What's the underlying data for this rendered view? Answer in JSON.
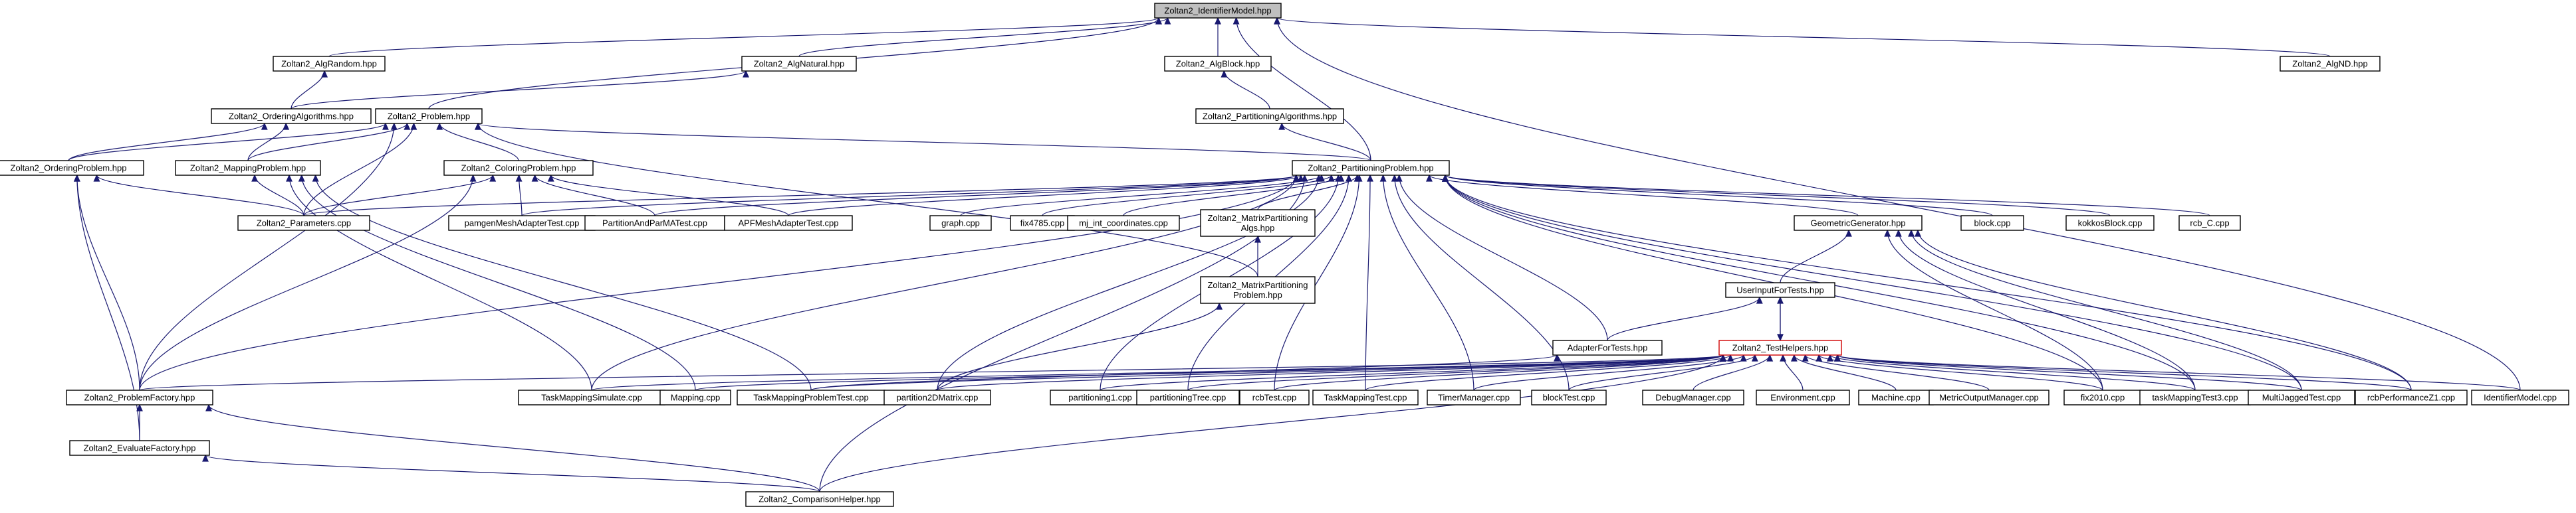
{
  "colors": {
    "edge": "#191970",
    "root_fill": "#bfbfbf",
    "node_border": "#000000",
    "highlight_border": "#d00000",
    "background": "#ffffff"
  },
  "nodes": {
    "root": "Zoltan2_IdentifierModel.hpp",
    "algrandom": "Zoltan2_AlgRandom.hpp",
    "algnatural": "Zoltan2_AlgNatural.hpp",
    "algblock": "Zoltan2_AlgBlock.hpp",
    "algnd": "Zoltan2_AlgND.hpp",
    "orderingalg": "Zoltan2_OrderingAlgorithms.hpp",
    "problem": "Zoltan2_Problem.hpp",
    "partalg": "Zoltan2_PartitioningAlgorithms.hpp",
    "orderingprob": "Zoltan2_OrderingProblem.hpp",
    "mappingprob": "Zoltan2_MappingProblem.hpp",
    "coloringprob": "Zoltan2_ColoringProblem.hpp",
    "partprob": "Zoltan2_PartitioningProblem.hpp",
    "parameters": "Zoltan2_Parameters.cpp",
    "pamgen": "pamgenMeshAdapterTest.cpp",
    "partandparma": "PartitionAndParMATest.cpp",
    "apfmesh": "APFMeshAdapterTest.cpp",
    "graph": "graph.cpp",
    "fix4785": "fix4785.cpp",
    "mjint": "mj_int_coordinates.cpp",
    "matrixalgs": "Zoltan2_MatrixPartitioning\nAlgs.hpp",
    "geomgen": "GeometricGenerator.hpp",
    "block": "block.cpp",
    "kokkos": "kokkosBlock.cpp",
    "rcbc": "rcb_C.cpp",
    "matrixprob": "Zoltan2_MatrixPartitioning\nProblem.hpp",
    "userinput": "UserInputForTests.hpp",
    "adapterfortests": "AdapterForTests.hpp",
    "testhelpers": "Zoltan2_TestHelpers.hpp",
    "problemfactory": "Zoltan2_ProblemFactory.hpp",
    "tmsimulate": "TaskMappingSimulate.cpp",
    "mapping": "Mapping.cpp",
    "tmproblemtest": "TaskMappingProblemTest.cpp",
    "part2d": "partition2DMatrix.cpp",
    "partitioning1": "partitioning1.cpp",
    "partitioningtree": "partitioningTree.cpp",
    "rcbtest": "rcbTest.cpp",
    "tmtest": "TaskMappingTest.cpp",
    "timermanager": "TimerManager.cpp",
    "blocktest": "blockTest.cpp",
    "debugmanager": "DebugManager.cpp",
    "environment": "Environment.cpp",
    "machine": "Machine.cpp",
    "metricoutput": "MetricOutputManager.cpp",
    "fix2010": "fix2010.cpp",
    "tmtest3": "taskMappingTest3.cpp",
    "mjtest": "MultiJaggedTest.cpp",
    "rcbperf": "rcbPerformanceZ1.cpp",
    "identmodelcpp": "IdentifierModel.cpp",
    "evalfactory": "Zoltan2_EvaluateFactory.hpp",
    "comparison": "Zoltan2_ComparisonHelper.hpp"
  },
  "edges": [
    [
      "algrandom",
      "root"
    ],
    [
      "algnatural",
      "root"
    ],
    [
      "algblock",
      "root"
    ],
    [
      "algnd",
      "root"
    ],
    [
      "problem",
      "root"
    ],
    [
      "partprob",
      "root"
    ],
    [
      "identmodelcpp",
      "root"
    ],
    [
      "orderingalg",
      "algrandom"
    ],
    [
      "orderingalg",
      "algnatural"
    ],
    [
      "partalg",
      "algblock"
    ],
    [
      "partprob",
      "partalg"
    ],
    [
      "orderingprob",
      "orderingalg"
    ],
    [
      "mappingprob",
      "orderingalg"
    ],
    [
      "orderingprob",
      "problem"
    ],
    [
      "mappingprob",
      "problem"
    ],
    [
      "coloringprob",
      "problem"
    ],
    [
      "partprob",
      "problem"
    ],
    [
      "parameters",
      "problem"
    ],
    [
      "problemfactory",
      "problem"
    ],
    [
      "matrixprob",
      "problem"
    ],
    [
      "parameters",
      "orderingprob"
    ],
    [
      "problemfactory",
      "orderingprob"
    ],
    [
      "evalfactory",
      "orderingprob"
    ],
    [
      "parameters",
      "mappingprob"
    ],
    [
      "tmsimulate",
      "mappingprob"
    ],
    [
      "mapping",
      "mappingprob"
    ],
    [
      "tmproblemtest",
      "mappingprob"
    ],
    [
      "parameters",
      "coloringprob"
    ],
    [
      "pamgen",
      "coloringprob"
    ],
    [
      "partandparma",
      "coloringprob"
    ],
    [
      "apfmesh",
      "coloringprob"
    ],
    [
      "problemfactory",
      "coloringprob"
    ],
    [
      "parameters",
      "partprob"
    ],
    [
      "pamgen",
      "partprob"
    ],
    [
      "partandparma",
      "partprob"
    ],
    [
      "apfmesh",
      "partprob"
    ],
    [
      "graph",
      "partprob"
    ],
    [
      "fix4785",
      "partprob"
    ],
    [
      "mjint",
      "partprob"
    ],
    [
      "matrixalgs",
      "partprob"
    ],
    [
      "geomgen",
      "partprob"
    ],
    [
      "block",
      "partprob"
    ],
    [
      "kokkos",
      "partprob"
    ],
    [
      "rcbc",
      "partprob"
    ],
    [
      "adapterfortests",
      "partprob"
    ],
    [
      "problemfactory",
      "partprob"
    ],
    [
      "tmsimulate",
      "partprob"
    ],
    [
      "comparison",
      "partprob"
    ],
    [
      "part2d",
      "partprob"
    ],
    [
      "partitioning1",
      "partprob"
    ],
    [
      "partitioningtree",
      "partprob"
    ],
    [
      "rcbtest",
      "partprob"
    ],
    [
      "tmtest",
      "partprob"
    ],
    [
      "timermanager",
      "partprob"
    ],
    [
      "blocktest",
      "partprob"
    ],
    [
      "fix2010",
      "partprob"
    ],
    [
      "tmtest3",
      "partprob"
    ],
    [
      "mjtest",
      "partprob"
    ],
    [
      "rcbperf",
      "partprob"
    ],
    [
      "matrixprob",
      "matrixalgs"
    ],
    [
      "part2d",
      "matrixprob"
    ],
    [
      "userinput",
      "geomgen"
    ],
    [
      "fix2010",
      "geomgen"
    ],
    [
      "tmtest3",
      "geomgen"
    ],
    [
      "mjtest",
      "geomgen"
    ],
    [
      "rcbperf",
      "geomgen"
    ],
    [
      "adapterfortests",
      "userinput"
    ],
    [
      "testhelpers",
      "userinput"
    ],
    [
      "userinput",
      "testhelpers"
    ],
    [
      "tmproblemtest",
      "adapterfortests"
    ],
    [
      "problemfactory",
      "testhelpers"
    ],
    [
      "tmsimulate",
      "testhelpers"
    ],
    [
      "mapping",
      "testhelpers"
    ],
    [
      "tmproblemtest",
      "testhelpers"
    ],
    [
      "part2d",
      "testhelpers"
    ],
    [
      "partitioning1",
      "testhelpers"
    ],
    [
      "partitioningtree",
      "testhelpers"
    ],
    [
      "rcbtest",
      "testhelpers"
    ],
    [
      "tmtest",
      "testhelpers"
    ],
    [
      "timermanager",
      "testhelpers"
    ],
    [
      "blocktest",
      "testhelpers"
    ],
    [
      "debugmanager",
      "testhelpers"
    ],
    [
      "environment",
      "testhelpers"
    ],
    [
      "machine",
      "testhelpers"
    ],
    [
      "metricoutput",
      "testhelpers"
    ],
    [
      "fix2010",
      "testhelpers"
    ],
    [
      "tmtest3",
      "testhelpers"
    ],
    [
      "mjtest",
      "testhelpers"
    ],
    [
      "rcbperf",
      "testhelpers"
    ],
    [
      "identmodelcpp",
      "testhelpers"
    ],
    [
      "comparison",
      "testhelpers"
    ],
    [
      "evalfactory",
      "problemfactory"
    ],
    [
      "comparison",
      "problemfactory"
    ],
    [
      "comparison",
      "evalfactory"
    ]
  ]
}
